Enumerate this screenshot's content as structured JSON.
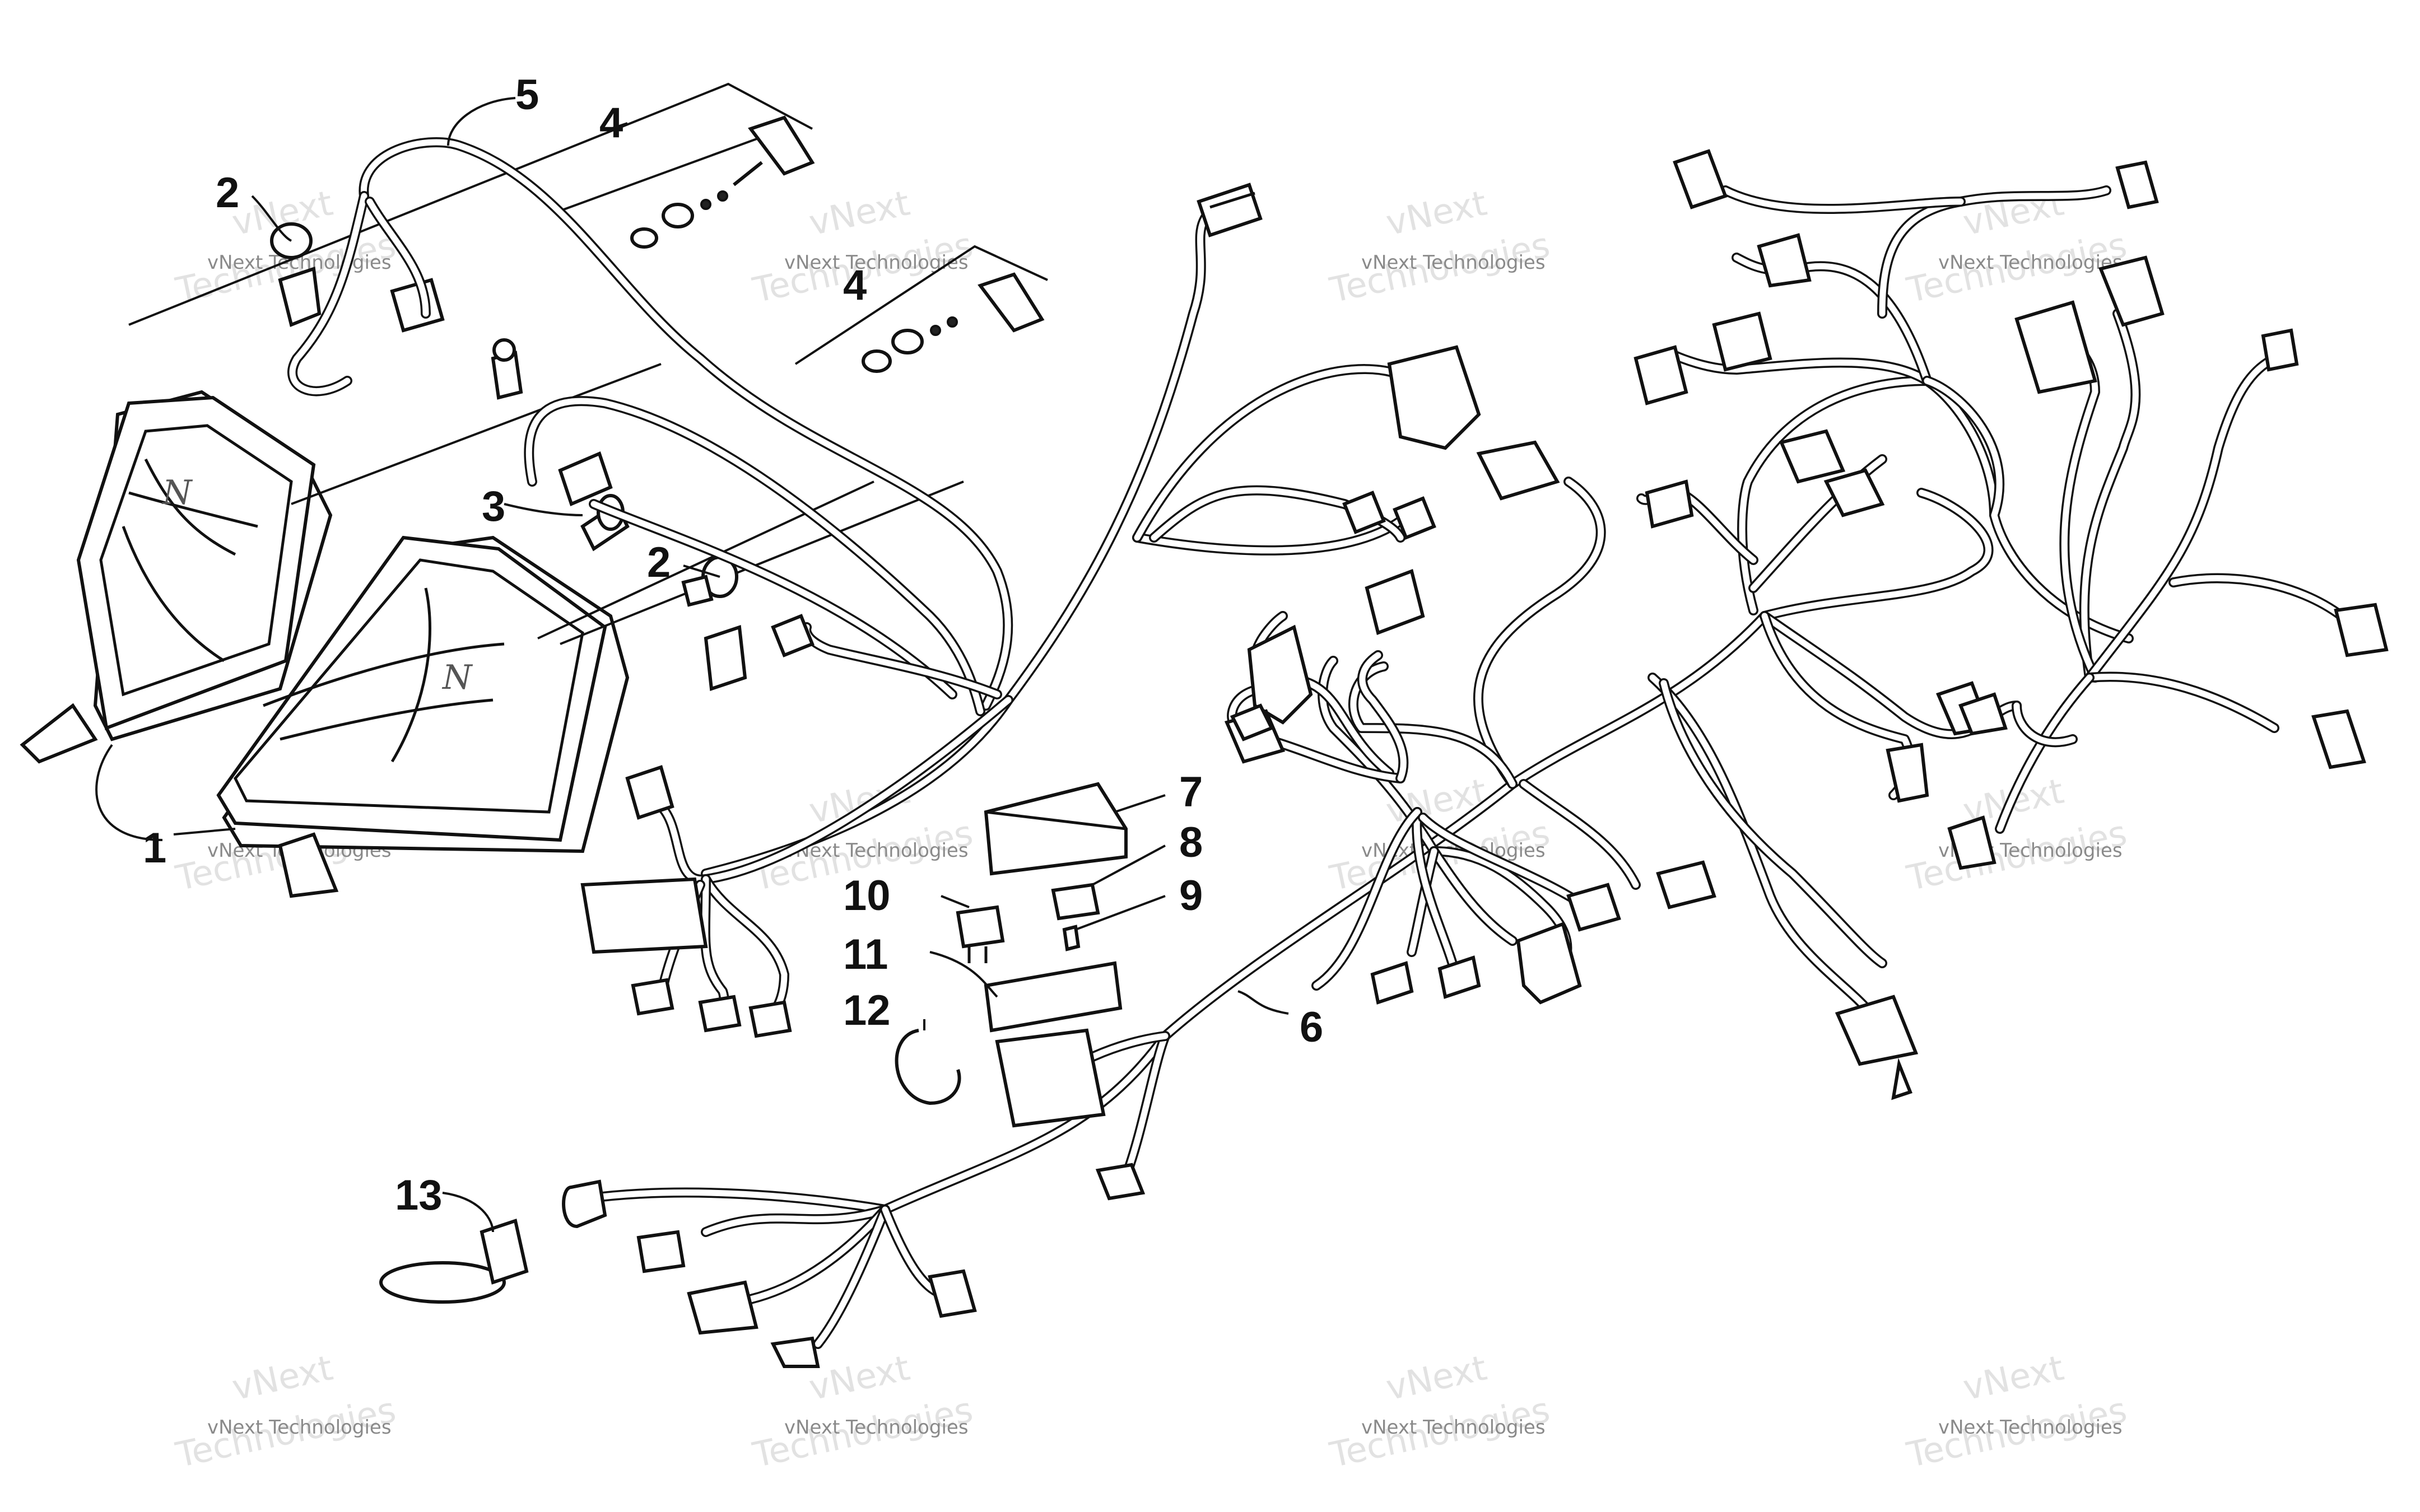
{
  "callouts": [
    {
      "id": "1",
      "label": "1"
    },
    {
      "id": "2a",
      "label": "2"
    },
    {
      "id": "2b",
      "label": "2"
    },
    {
      "id": "3",
      "label": "3"
    },
    {
      "id": "4a",
      "label": "4"
    },
    {
      "id": "4b",
      "label": "4"
    },
    {
      "id": "5",
      "label": "5"
    },
    {
      "id": "6",
      "label": "6"
    },
    {
      "id": "7",
      "label": "7"
    },
    {
      "id": "8",
      "label": "8"
    },
    {
      "id": "9",
      "label": "9"
    },
    {
      "id": "10",
      "label": "10"
    },
    {
      "id": "11",
      "label": "11"
    },
    {
      "id": "12",
      "label": "12"
    },
    {
      "id": "13",
      "label": "13"
    }
  ],
  "watermark": {
    "small": "vNext Technologies",
    "large_1": "vNext",
    "large_2": "Technologies"
  },
  "colors": {
    "ink": "#111111",
    "paper": "#ffffff",
    "watermark": "#8a8a8a"
  }
}
